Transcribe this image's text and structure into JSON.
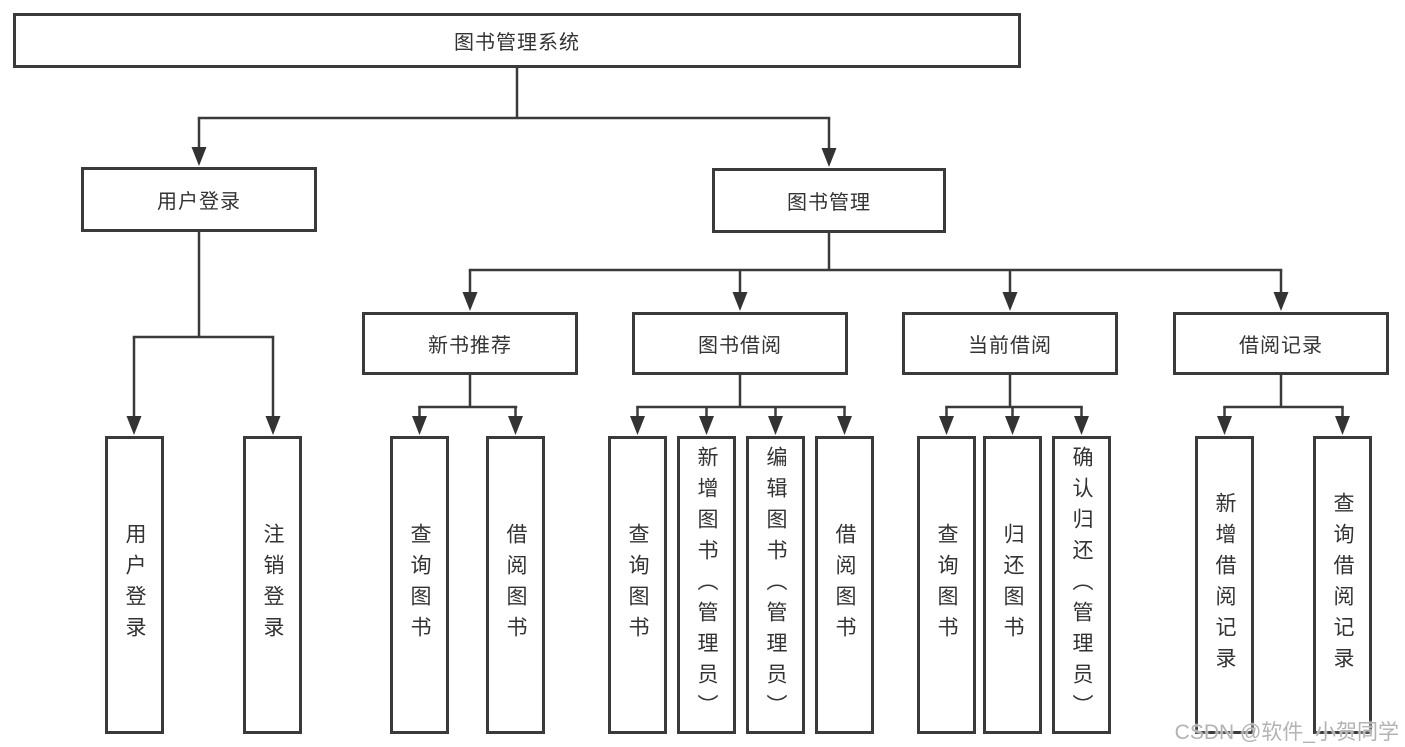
{
  "nodes": {
    "root": "图书管理系统",
    "user_login": "用户登录",
    "book_management": "图书管理",
    "new_book_recommend": "新书推荐",
    "book_borrowing": "图书借阅",
    "current_borrowing": "当前借阅",
    "borrowing_records": "借阅记录",
    "leaves": {
      "user_login": [
        "用户登录",
        "注销登录"
      ],
      "new_book_recommend": [
        "查询图书",
        "借阅图书"
      ],
      "book_borrowing": [
        "查询图书",
        "新增图书（管理员）",
        "编辑图书（管理员）",
        "借阅图书"
      ],
      "current_borrowing": [
        "查询图书",
        "归还图书",
        "确认归还（管理员）"
      ],
      "borrowing_records": [
        "新增借阅记录",
        "查询借阅记录"
      ]
    }
  },
  "watermark": "CSDN @软件_小贺同学",
  "colors": {
    "line": "#3a3a3a",
    "box_border": "#3a3a3a",
    "box_fill": "#ffffff",
    "text": "#333333",
    "watermark": "#b3b3b3",
    "background": "#ffffff"
  }
}
